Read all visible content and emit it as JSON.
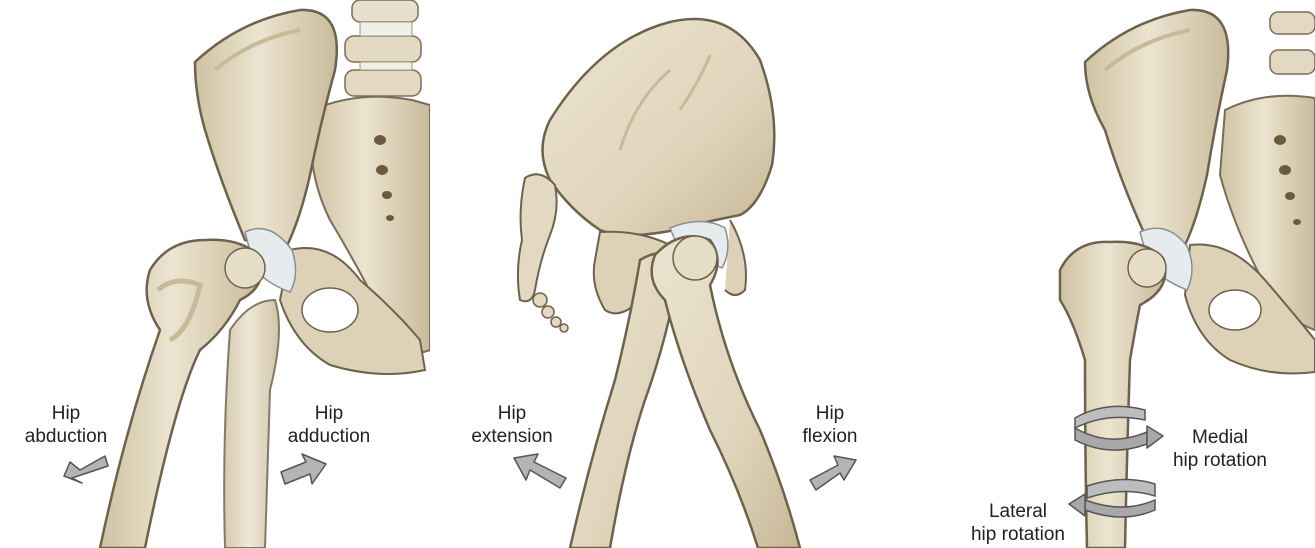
{
  "panels": [
    {
      "labels": {
        "left_line1": "Hip",
        "left_line2": "abduction",
        "right_line1": "Hip",
        "right_line2": "adduction"
      }
    },
    {
      "labels": {
        "left_line1": "Hip",
        "left_line2": "extension",
        "right_line1": "Hip",
        "right_line2": "flexion"
      }
    },
    {
      "labels": {
        "upper_line1": "Medial",
        "upper_line2": "hip rotation",
        "lower_line1": "Lateral",
        "lower_line2": "hip rotation"
      }
    }
  ],
  "colors": {
    "bone": "#e3d9c2",
    "bone_shadow": "#c8b998",
    "bone_outline": "#7a6d56",
    "cartilage": "#e6ebee",
    "arrow_fill": "#b4b4b4",
    "arrow_outline": "#555555",
    "text": "#222222"
  }
}
